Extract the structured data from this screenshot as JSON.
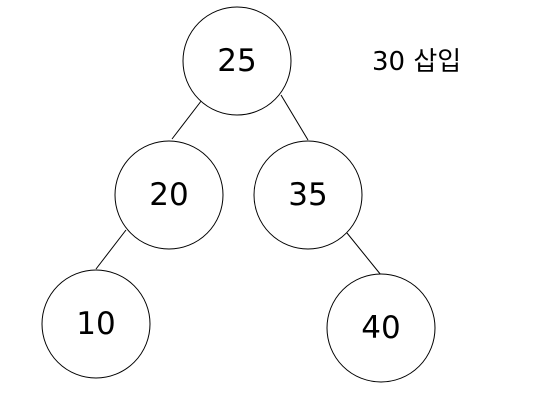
{
  "caption": "30 삽입",
  "tree": {
    "nodes": [
      {
        "id": "n25",
        "label": "25"
      },
      {
        "id": "n20",
        "label": "20"
      },
      {
        "id": "n35",
        "label": "35"
      },
      {
        "id": "n10",
        "label": "10"
      },
      {
        "id": "n40",
        "label": "40"
      }
    ],
    "edges": [
      {
        "from": "n25",
        "to": "n20"
      },
      {
        "from": "n25",
        "to": "n35"
      },
      {
        "from": "n20",
        "to": "n10"
      },
      {
        "from": "n35",
        "to": "n40"
      }
    ]
  }
}
